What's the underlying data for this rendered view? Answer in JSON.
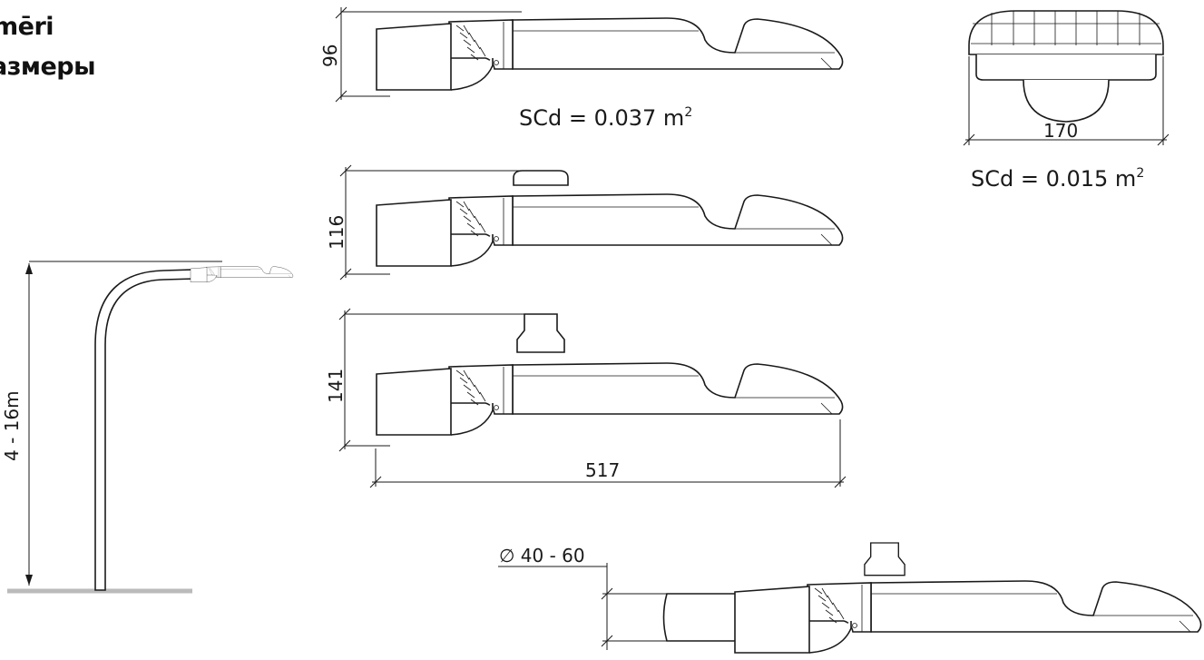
{
  "headings": [
    "mēri",
    "азмеры"
  ],
  "scd_side": "SCd = 0.037 m",
  "scd_front": "SCd = 0.015 m",
  "scd_sup": "2",
  "dims": {
    "h96": "96",
    "h116": "116",
    "h141": "141",
    "w517": "517",
    "w170": "170",
    "pole_height": "4 - 16m",
    "diameter": "∅ 40 - 60"
  },
  "colors": {
    "line": "#1a1a1a",
    "ground": "#bbbbbb",
    "background": "#ffffff"
  }
}
